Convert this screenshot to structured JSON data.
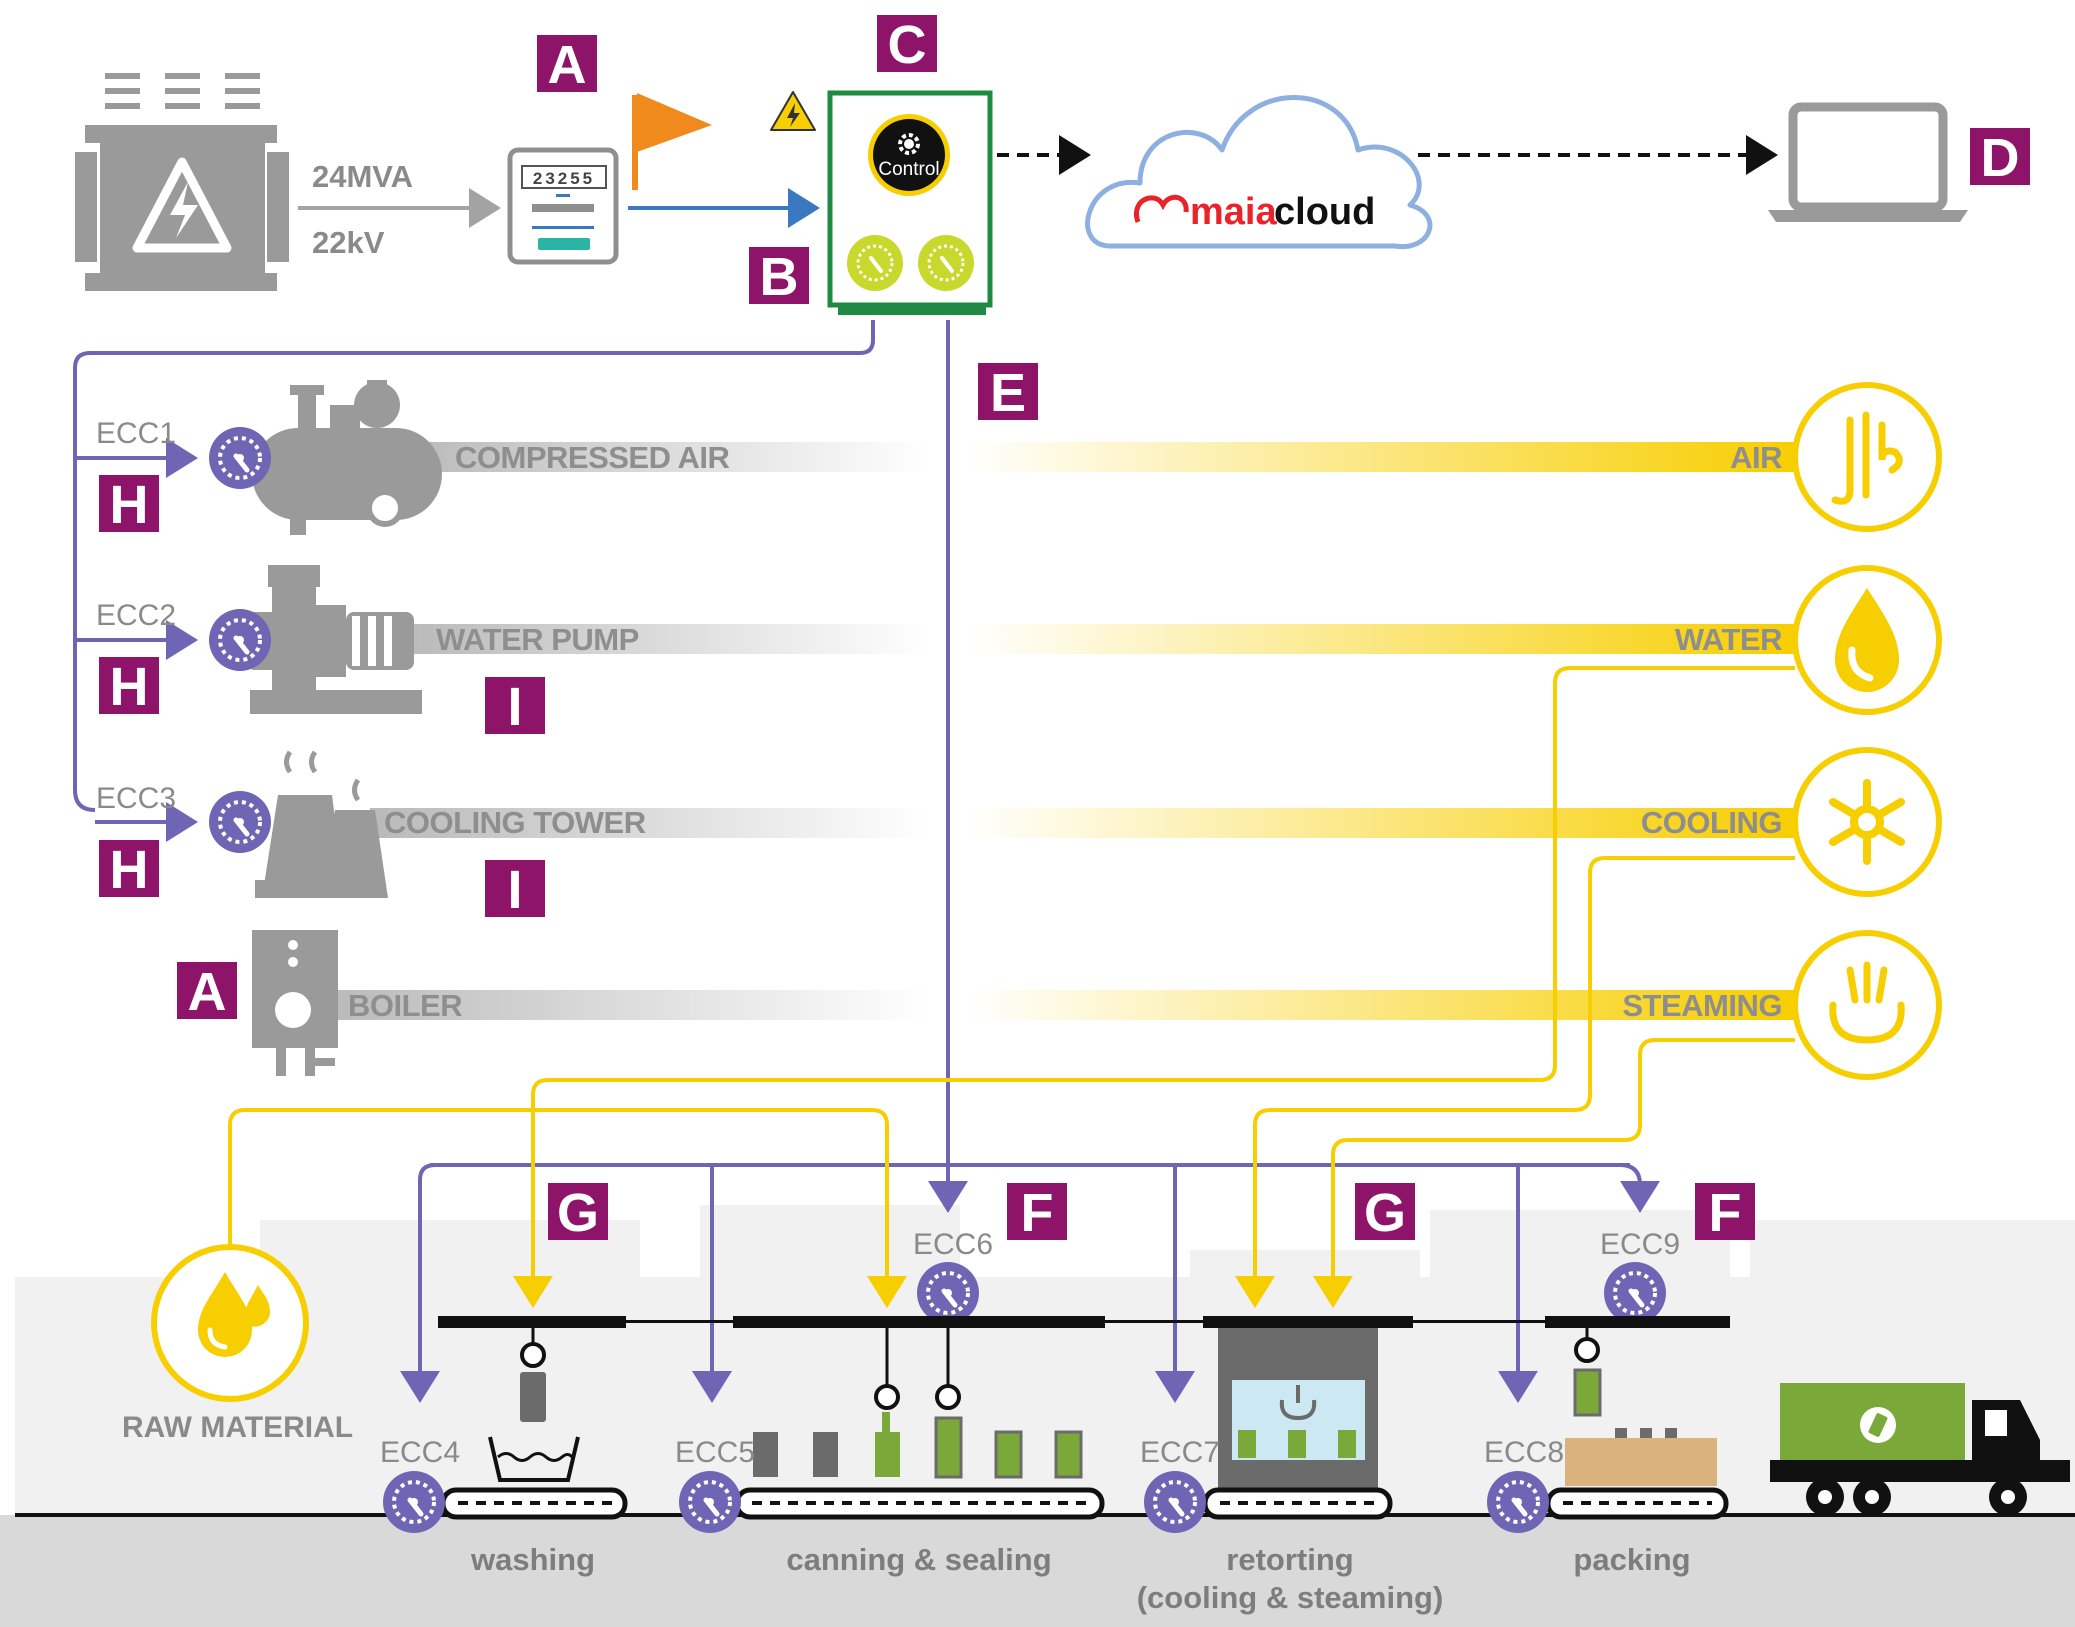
{
  "colors": {
    "purple": "#6e66b4",
    "yellow": "#f7ce00",
    "magenta": "#8e1469",
    "gray": "#999999",
    "green": "#1f8a43",
    "lime": "#c9d82c",
    "blue": "#3a78c2",
    "orange": "#f08a1c",
    "cloudRed": "#e8232a",
    "truckGreen": "#7aa93a"
  },
  "supply": {
    "capacity": "24MVA",
    "voltage": "22kV",
    "meter_reading": "23255"
  },
  "control_label": "Control",
  "cloud_brand": {
    "prefix": "maia",
    "suffix": "cloud"
  },
  "markers": {
    "a_top": "A",
    "b": "B",
    "c": "C",
    "d": "D",
    "e": "E",
    "h1": "H",
    "h2": "H",
    "h3": "H",
    "i1": "I",
    "i2": "I",
    "a_boiler": "A",
    "g1": "G",
    "g2": "G",
    "f1": "F",
    "f2": "F"
  },
  "ecc": {
    "ecc1": "ECC1",
    "ecc2": "ECC2",
    "ecc3": "ECC3",
    "ecc4": "ECC4",
    "ecc5": "ECC5",
    "ecc6": "ECC6",
    "ecc7": "ECC7",
    "ecc8": "ECC8",
    "ecc9": "ECC9"
  },
  "resources": [
    {
      "source": "COMPRESSED AIR",
      "utility": "AIR",
      "icon": "air-icon"
    },
    {
      "source": "WATER PUMP",
      "utility": "WATER",
      "icon": "water-drop-icon"
    },
    {
      "source": "COOLING TOWER",
      "utility": "COOLING",
      "icon": "snowflake-icon"
    },
    {
      "source": "BOILER",
      "utility": "STEAMING",
      "icon": "steam-icon"
    }
  ],
  "raw_material": "RAW MATERIAL",
  "stages": {
    "washing": "washing",
    "canning": "canning & sealing",
    "retorting": "retorting",
    "retorting_sub": "(cooling & steaming)",
    "packing": "packing"
  }
}
